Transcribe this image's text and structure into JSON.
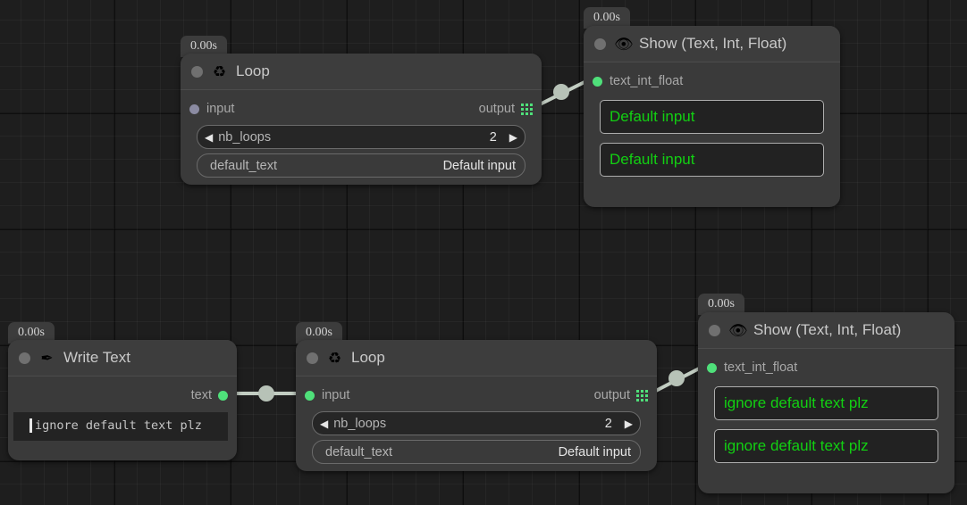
{
  "app": {
    "canvas_name": "node-graph-canvas",
    "colors": {
      "canvas_bg": "#1e1e1e",
      "node_bg": "#3a3a3a",
      "node_header_bg": "#3d3d3d",
      "port_connected": "#4fe07a",
      "port_idle": "#8b8ba2",
      "display_text": "#12d012",
      "wire": "#c2cdc2",
      "title_text": "#c9c9c9"
    }
  },
  "nodes": [
    {
      "id": "loop-top",
      "timing": "0.00s",
      "icon": "recycle-icon",
      "icon_glyph": "♻",
      "title": "Loop",
      "input_port": {
        "label": "input",
        "state": "idle"
      },
      "output_port": {
        "label": "output",
        "icon": "grid-icon"
      },
      "params": [
        {
          "name": "nb_loops",
          "value": "2",
          "type": "stepper",
          "left_arrow": "◀",
          "right_arrow": "▶"
        },
        {
          "name": "default_text",
          "value": "Default input",
          "type": "text"
        }
      ]
    },
    {
      "id": "show-top",
      "timing": "0.00s",
      "icon": "eye-icon",
      "icon_glyph": "👁",
      "title": "Show (Text, Int, Float)",
      "input_port": {
        "label": "text_int_float",
        "state": "connected"
      },
      "displays": [
        "Default input",
        "Default input"
      ]
    },
    {
      "id": "write-text",
      "timing": "0.00s",
      "icon": "pen-nib-icon",
      "icon_glyph": "✒",
      "title": "Write Text",
      "output_port": {
        "label": "text",
        "state": "connected"
      },
      "textarea_value": "ignore default text plz"
    },
    {
      "id": "loop-bottom",
      "timing": "0.00s",
      "icon": "recycle-icon",
      "icon_glyph": "♻",
      "title": "Loop",
      "input_port": {
        "label": "input",
        "state": "connected"
      },
      "output_port": {
        "label": "output",
        "icon": "grid-icon"
      },
      "params": [
        {
          "name": "nb_loops",
          "value": "2",
          "type": "stepper",
          "left_arrow": "◀",
          "right_arrow": "▶"
        },
        {
          "name": "default_text",
          "value": "Default input",
          "type": "text"
        }
      ]
    },
    {
      "id": "show-bottom",
      "timing": "0.00s",
      "icon": "eye-icon",
      "icon_glyph": "👁",
      "title": "Show (Text, Int, Float)",
      "input_port": {
        "label": "text_int_float",
        "state": "connected"
      },
      "displays": [
        "ignore default text plz",
        "ignore default text plz"
      ]
    }
  ],
  "wires": [
    {
      "id": "wire-loop-top-to-show-top",
      "from": "loop-top.output",
      "to": "show-top.text_int_float"
    },
    {
      "id": "wire-write-text-to-loop-bottom",
      "from": "write-text.text",
      "to": "loop-bottom.input"
    },
    {
      "id": "wire-loop-bottom-to-show-bottom",
      "from": "loop-bottom.output",
      "to": "show-bottom.text_int_float"
    }
  ]
}
